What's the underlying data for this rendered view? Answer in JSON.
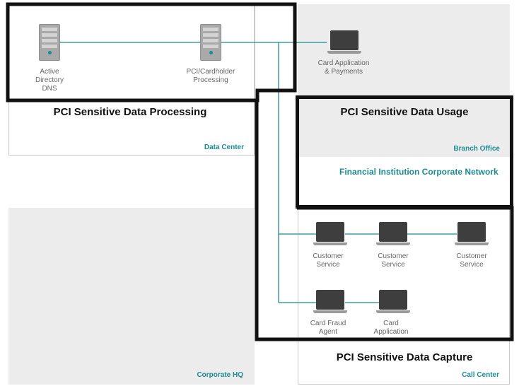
{
  "zones": {
    "data_center": "Data Center",
    "branch_office": "Branch Office",
    "corporate_hq": "Corporate HQ",
    "call_center": "Call Center",
    "corporate_network": "Financial Institution Corporate Network"
  },
  "pci_titles": {
    "processing": "PCI Sensitive Data Processing",
    "usage": "PCI Sensitive Data Usage",
    "capture": "PCI Sensitive Data Capture"
  },
  "devices": {
    "server1": [
      "Active",
      "Directory",
      "DNS"
    ],
    "server2": [
      "PCI/Cardholder",
      "Processing"
    ],
    "branch_laptop": [
      "Card Application",
      "& Payments"
    ],
    "cs1": [
      "Customer",
      "Service"
    ],
    "cs2": [
      "Customer",
      "Service"
    ],
    "cs3": [
      "Customer",
      "Service"
    ],
    "fraud": [
      "Card Fraud",
      "Agent"
    ],
    "card_app": [
      "Card",
      "Application"
    ]
  },
  "colors": {
    "accent": "#1a8c93",
    "zone_gray": "#ececec",
    "boundary": "#111111"
  },
  "icons": {
    "server": "server-icon",
    "laptop": "laptop-icon"
  }
}
